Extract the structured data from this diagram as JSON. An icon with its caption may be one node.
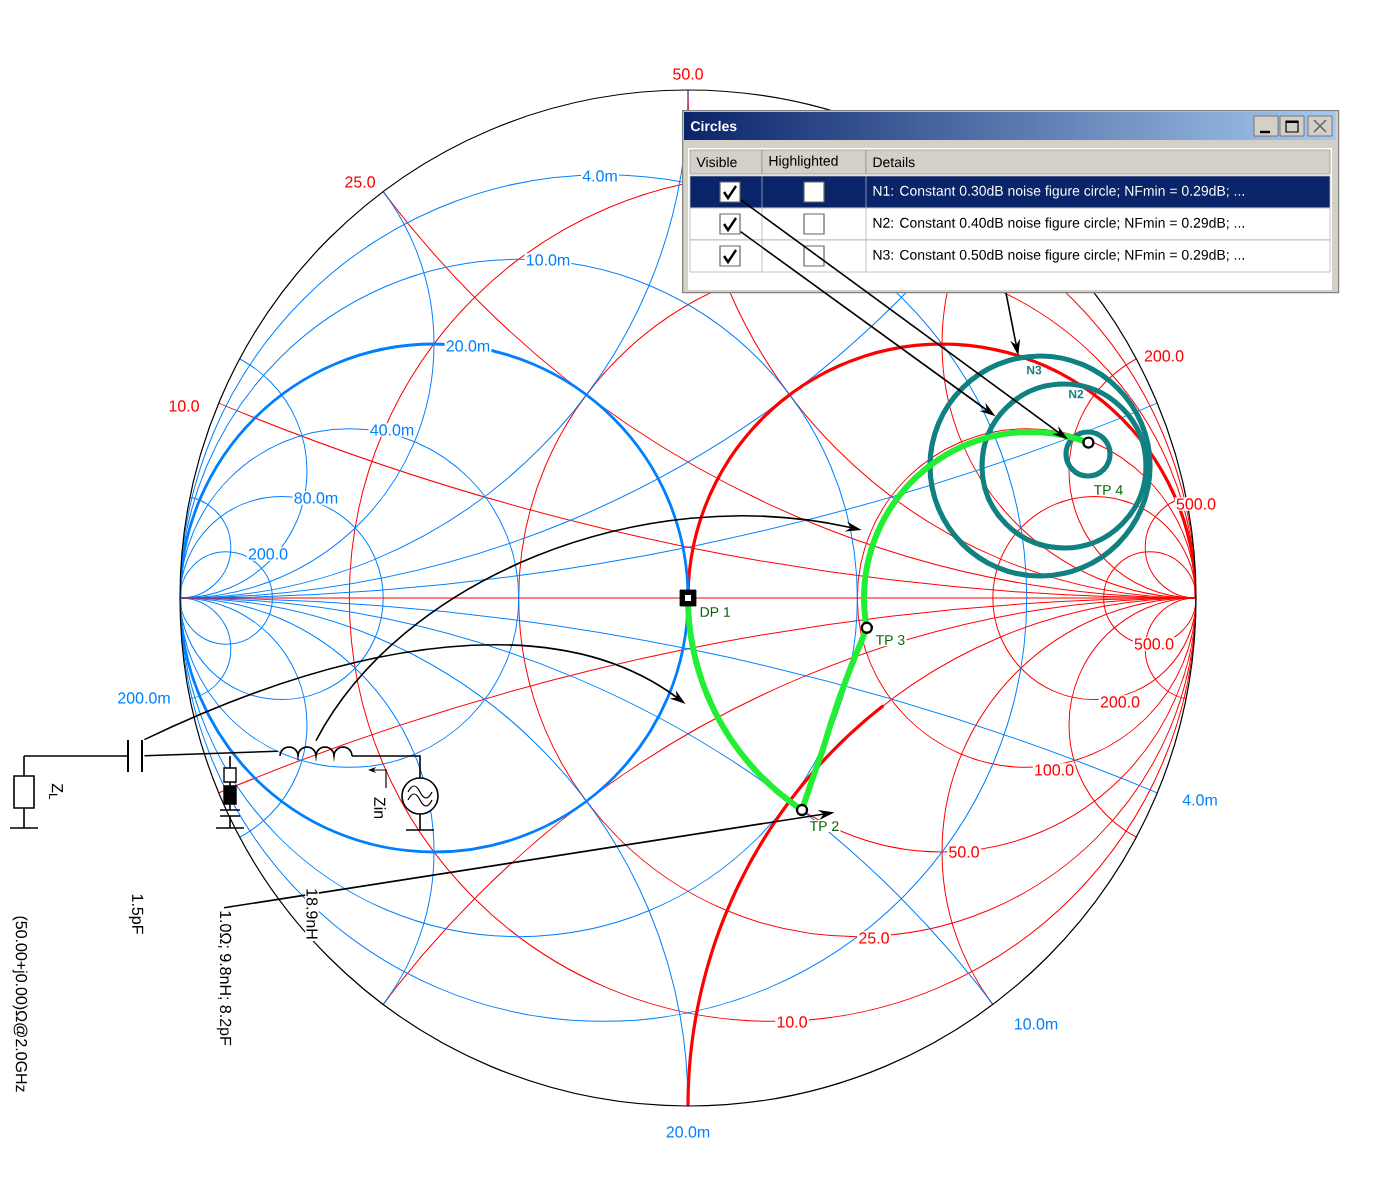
{
  "diagram": {
    "nodes": [
      {
        "text": [
          "Circles",
          "Visible",
          "Highlighted",
          "Details",
          "N1: Constant 0.30dB noise figure circle; NFmin = 0.29dB; ...",
          "N2: Constant 0.40dB noise figure circle; NFmin = 0.29dB; ...",
          "N3: Constant 0.50dB noise figure circle; NFmin = 0.29dB; ..."
        ]
      },
      {
        "text": [],
        "shape": "box",
        "in": 0
      },
      {
        "text": [],
        "shape": "box",
        "in": 0
      },
      {
        "text": [],
        "shape": "box",
        "in": 0
      },
      {
        "text": [],
        "shape": "box",
        "in": 0
      },
      {
        "text": [],
        "shape": "box",
        "in": 0
      },
      {
        "text": [],
        "shape": "box",
        "in": 0
      },
      {
        "text": [
          "N3"
        ]
      },
      {
        "text": [
          "N2"
        ],
        "in": 7
      },
      {
        "text": [],
        "shape": "circle",
        "in": 8
      },
      {
        "text": [],
        "shape": "picture"
      },
      {
        "text": [],
        "shape": "picture"
      },
      {
        "text": [
          "1.0Ω; 9.8nH; 8.2pF"
        ]
      },
      {
        "text": [],
        "shape": "curve"
      },
      {
        "text": [],
        "shape": "curve"
      },
      {
        "text": [],
        "shape": "curve"
      }
    ],
    "edges": [
      {
        "from": 1,
        "to": 9,
        "arrow": "to"
      },
      {
        "from": 3,
        "to": 8,
        "arrow": "to"
      },
      {
        "from": 0,
        "to": 7,
        "arrow": "to"
      },
      {
        "from": 10,
        "to": 13,
        "arrow": "to"
      },
      {
        "from": 11,
        "to": 15,
        "arrow": "to"
      },
      {
        "from": 12,
        "to": 14,
        "arrow": "to"
      },
      {
        "from": 10,
        "to": 11,
        "arrow": "none"
      }
    ],
    "labels": [
      "50.0",
      "25.0",
      "4.0m",
      "10.0m",
      "20.0m",
      "200.0",
      "10.0",
      "40.0m",
      "80.0m",
      "500.0",
      "200.0",
      "DP 1",
      "TP 3",
      "TP 4",
      "500.0",
      "200.0m",
      "200.0",
      "100.0",
      "4.0m",
      "TP 2",
      "50.0",
      "25.0",
      "10.0",
      "10.0m",
      "20.0m",
      "Z$_{L}$",
      "Zin",
      "1.5pF",
      "18.9nH",
      "(50.00+j0.00)Ω@2.0GHz"
    ]
  }
}
